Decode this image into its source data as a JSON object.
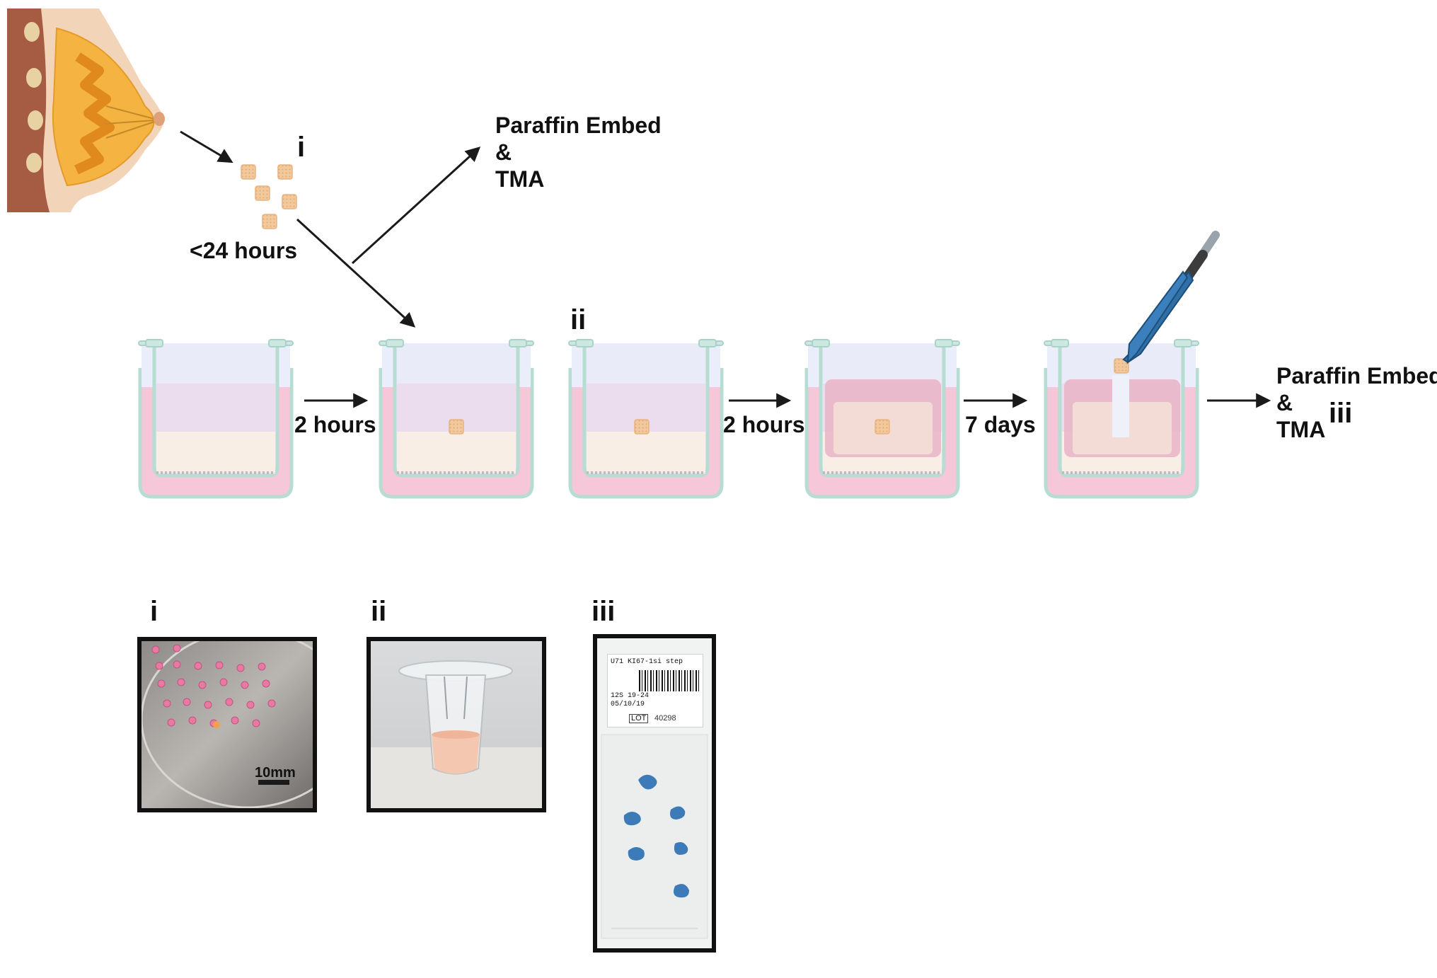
{
  "labels": {
    "tissue_step": "i",
    "insert_step": "ii",
    "harvest_step": "iii",
    "time_collect": "<24 hours",
    "time_1": "2 hours",
    "time_2": "2 hours",
    "time_3": "7 days"
  },
  "outcomes": {
    "direct": {
      "line1": "Paraffin Embed",
      "line2": "&",
      "line3": "TMA"
    },
    "cultured": {
      "line1": "Paraffin Embed",
      "line2": "&",
      "line3": "TMA"
    }
  },
  "photo_panels": {
    "panel_i": {
      "label": "i",
      "scale_bar": "10mm"
    },
    "panel_ii": {
      "label": "ii"
    },
    "panel_iii": {
      "label": "iii",
      "slide_title": "U71 KI67-1si step",
      "slide_id": "12S 19-24",
      "slide_date": "05/10/19",
      "lot_badge": "LOT",
      "lot_number": "40298"
    }
  },
  "colors": {
    "medium": "#f6c6d9",
    "gel": "#f7efe8",
    "well_outline": "#b7dcd2",
    "tissue": "#f0c79a",
    "arrow": "#1a1a1a",
    "forceps": "#2f6fa6",
    "stain": "#3d7ab8"
  },
  "icons": {
    "breast": "breast-anatomy-icon",
    "tissue": "tissue-fragment-icon",
    "well": "transwell-insert-icon",
    "forceps": "forceps-icon"
  }
}
